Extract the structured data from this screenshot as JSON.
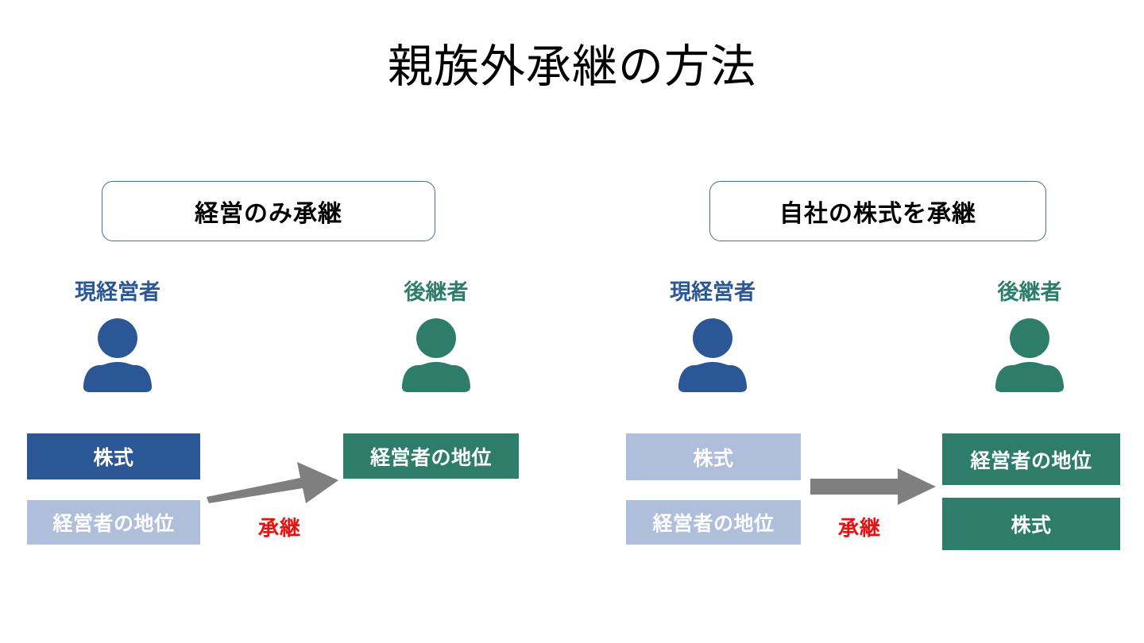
{
  "slide": {
    "title": "親族外承継の方法",
    "background_color": "#FFFFFF"
  },
  "colors": {
    "navy": "#2B5797",
    "muted_blue": "#AFBEDA",
    "teal": "#2E7D6B",
    "arrow_gray": "#7F7F7F",
    "label_red": "#E8110F",
    "box_border": "#4A6B94"
  },
  "panels": [
    {
      "id": "management-only",
      "header": "経営のみ承継",
      "current_owner": {
        "label": "現経営者",
        "label_color": "#2B5797",
        "icon": "person-icon",
        "icon_color": "#2B5797",
        "assets": [
          {
            "label": "株式",
            "state": "retained",
            "color": "#2B5797"
          },
          {
            "label": "経営者の地位",
            "state": "transferred",
            "color": "#AFBEDA"
          }
        ]
      },
      "transfer": {
        "label": "承継",
        "label_color": "#E8110F",
        "arrow_color": "#7F7F7F",
        "arrow_direction": "up-right"
      },
      "successor": {
        "label": "後継者",
        "label_color": "#2E7D6B",
        "icon": "person-icon",
        "icon_color": "#2E7D6B",
        "assets": [
          {
            "label": "経営者の地位",
            "state": "received",
            "color": "#2E7D6B"
          }
        ]
      }
    },
    {
      "id": "shares-transfer",
      "header": "自社の株式を承継",
      "current_owner": {
        "label": "現経営者",
        "label_color": "#2B5797",
        "icon": "person-icon",
        "icon_color": "#2B5797",
        "assets": [
          {
            "label": "株式",
            "state": "transferred",
            "color": "#AFBEDA"
          },
          {
            "label": "経営者の地位",
            "state": "transferred",
            "color": "#AFBEDA"
          }
        ]
      },
      "transfer": {
        "label": "承継",
        "label_color": "#E8110F",
        "arrow_color": "#7F7F7F",
        "arrow_direction": "right"
      },
      "successor": {
        "label": "後継者",
        "label_color": "#2E7D6B",
        "icon": "person-icon",
        "icon_color": "#2E7D6B",
        "assets": [
          {
            "label": "経営者の地位",
            "state": "received",
            "color": "#2E7D6B"
          },
          {
            "label": "株式",
            "state": "received",
            "color": "#2E7D6B"
          }
        ]
      }
    }
  ]
}
